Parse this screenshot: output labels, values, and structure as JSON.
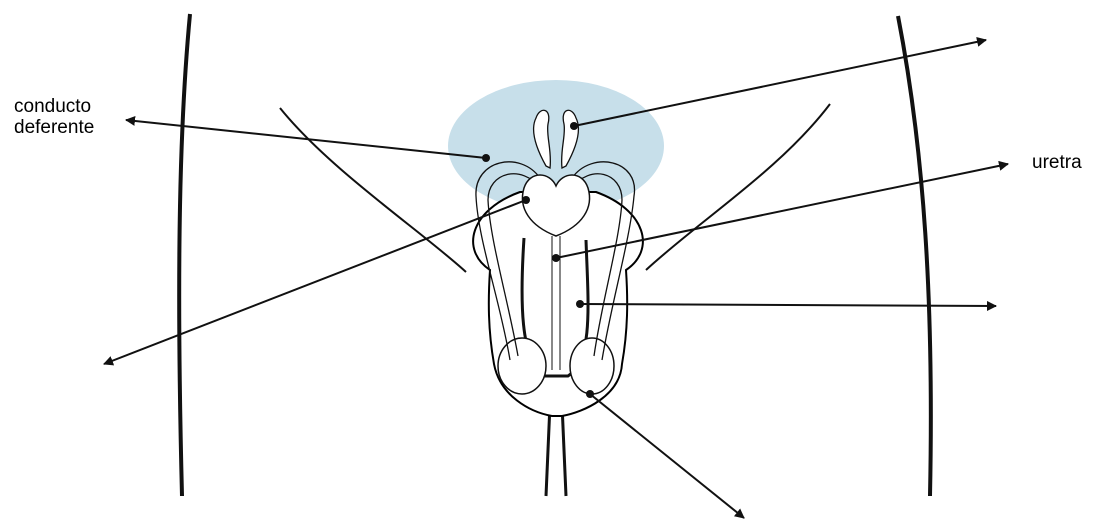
{
  "labels": {
    "vas_deferens": [
      "conducto",
      "deferente"
    ],
    "urethra": "uretra"
  },
  "colors": {
    "line": "#111111",
    "prostate_fill": "#c7dfea",
    "organ_outline": "#000000",
    "organ_fill": "#ffffff"
  }
}
